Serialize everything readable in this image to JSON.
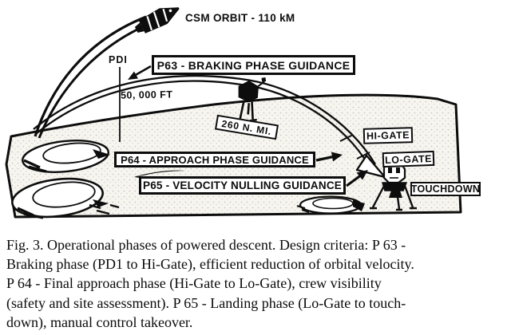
{
  "diagram": {
    "csm_orbit_label": "CSM ORBIT - 110 kM",
    "pdi_label": "PDI",
    "altitude_label": "50, 000 FT",
    "range_label": "260 N. MI.",
    "p63_label": "P63 - BRAKING PHASE GUIDANCE",
    "p64_label": "P64 - APPROACH PHASE GUIDANCE",
    "p65_label": "P65 - VELOCITY NULLING GUIDANCE",
    "hi_gate_label": "HI-GATE",
    "lo_gate_label": "LO-GATE",
    "touchdown_label": "TOUCHDOWN",
    "icon_names": [
      "csm-spacecraft-icon",
      "lm-descending-icon",
      "lm-landed-icon",
      "crater-icon"
    ]
  },
  "caption": {
    "lines": [
      "Fig. 3. Operational phases of powered descent. Design criteria: P 63 -",
      "Braking phase (PD1 to Hi-Gate), efficient reduction of orbital velocity.",
      "P 64 - Final approach phase (Hi-Gate to Lo-Gate), crew visibility",
      "(safety and site assessment). P 65 - Landing phase (Lo-Gate to touch-",
      "down), manual control takeover."
    ]
  },
  "colors": {
    "ink": "#0d0d0d",
    "paper": "#ffffff",
    "surface_tint": "#f7f5f0"
  }
}
